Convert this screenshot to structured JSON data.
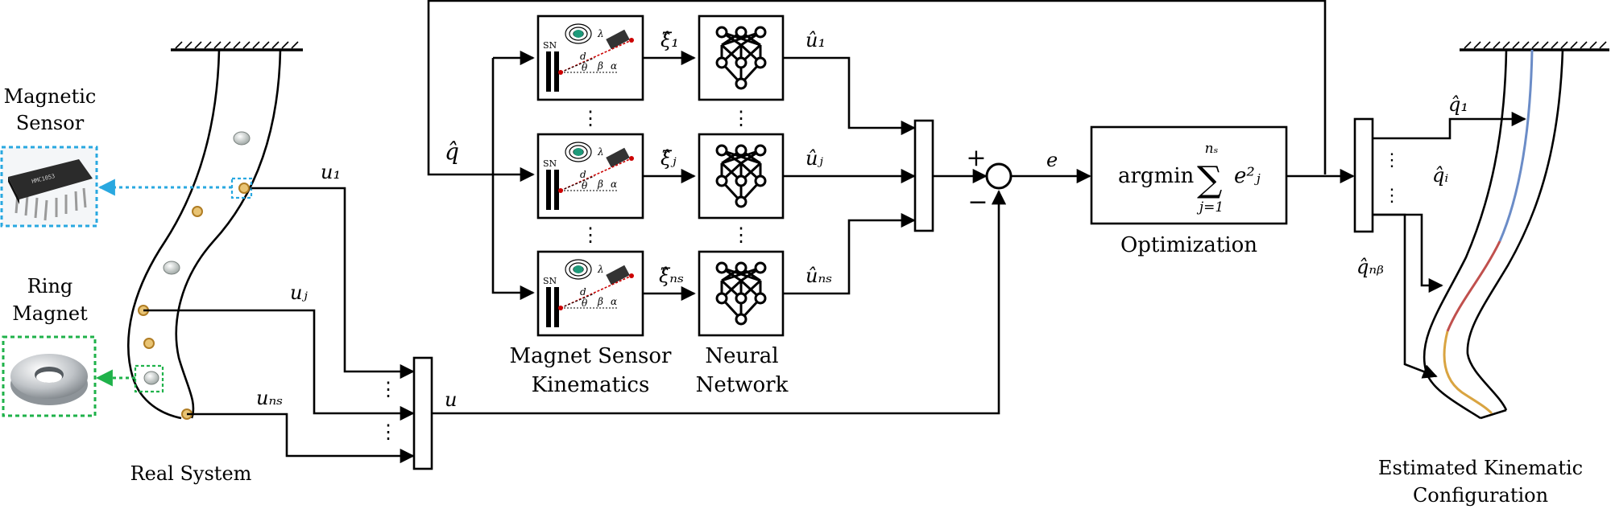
{
  "labels": {
    "magnetic_sensor": [
      "Magnetic",
      "Sensor"
    ],
    "ring_magnet": [
      "Ring",
      "Magnet"
    ],
    "real_system": "Real System",
    "magnet_sensor_kinematics": [
      "Magnet Sensor",
      "Kinematics"
    ],
    "neural_network": [
      "Neural",
      "Network"
    ],
    "optimization": "Optimization",
    "estimated_configuration": [
      "Estimated Kinematic",
      "Configuration"
    ]
  },
  "signals": {
    "q_hat": "q̂",
    "u1": "u₁",
    "uj": "uⱼ",
    "uns": "uₙₛ",
    "u": "u",
    "xi1": "ξ̂₁",
    "xij": "ξ̂ⱼ",
    "xins": "ξ̂ₙₛ",
    "uhat1": "û₁",
    "uhatj": "ûⱼ",
    "uhatns": "ûₙₛ",
    "plus": "+",
    "minus": "−",
    "e": "e",
    "q1": "q̂₁",
    "qi": "q̂ᵢ",
    "qnb": "q̂ₙᵦ"
  },
  "optimization": {
    "argmin": "argmin",
    "sum_upper": "nₛ",
    "sum_lower": "j=1",
    "term": "e²ⱼ"
  },
  "sensor_block": {
    "sn": "SN",
    "d": "d",
    "theta": "θ",
    "beta": "β",
    "alpha": "α",
    "lambda": "λ"
  },
  "colors": {
    "sensor_highlight": "#29a8e0",
    "magnet_highlight": "#1fb24a",
    "segment_1": "#6b8cc7",
    "segment_2": "#c0504d",
    "segment_3": "#d9a441",
    "magnet_gold": "#c99a3a"
  }
}
